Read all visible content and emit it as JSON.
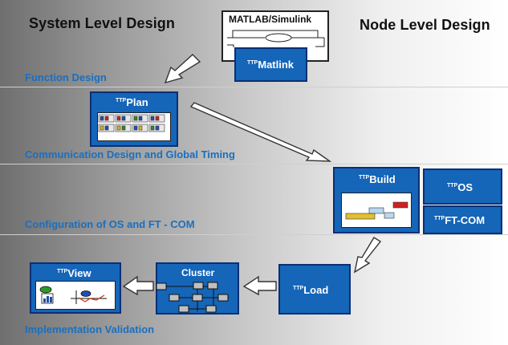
{
  "headings": {
    "system": "System Level Design",
    "node": "Node Level Design"
  },
  "phases": {
    "function": "Function Design",
    "communication": "Communication Design and Global Timing",
    "configuration": "Configuration of OS and FT - COM",
    "implementation": "Implementation Validation"
  },
  "matlab": {
    "title": "MATLAB/Simulink"
  },
  "tools": {
    "matlink": {
      "prefix": "TTP",
      "name": "Matlink"
    },
    "plan": {
      "prefix": "TTP",
      "name": "Plan"
    },
    "build": {
      "prefix": "TTP",
      "name": "Build"
    },
    "os": {
      "prefix": "TTP",
      "name": "OS"
    },
    "ftcom": {
      "prefix": "TTP",
      "name": "FT-COM"
    },
    "load": {
      "prefix": "TTP",
      "name": "Load"
    },
    "view": {
      "prefix": "TTP",
      "name": "View"
    },
    "cluster": {
      "name": "Cluster"
    }
  },
  "colors": {
    "tool_box": "#1565b8",
    "tool_border": "#0b2f73",
    "phase_text": "#1a6fbf"
  }
}
